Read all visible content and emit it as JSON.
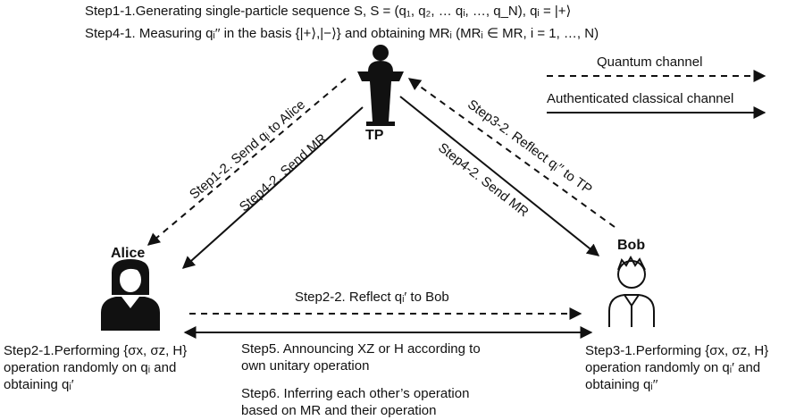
{
  "top": {
    "step1_1": "Step1-1.Generating single-particle sequence S, S = (q₁, q₂, … qᵢ, …, q_N), qᵢ = |+⟩",
    "step4_1": "Step4-1. Measuring qᵢ′′ in the basis {|+⟩,|−⟩} and obtaining MRᵢ (MRᵢ ∈ MR, i = 1, …, N)"
  },
  "legend": {
    "quantum": "Quantum channel",
    "classical": "Authenticated classical channel"
  },
  "nodes": {
    "tp": "TP",
    "alice": "Alice",
    "bob": "Bob"
  },
  "edges": {
    "step1_2": "Step1-2. Send qᵢ to Alice",
    "step4_2_alice": "Step4-2. Send MR",
    "step3_2": "Step3-2. Reflect qᵢ′′ to TP",
    "step4_2_bob": "Step4-2. Send MR",
    "step2_2": "Step2-2. Reflect qᵢ′ to Bob"
  },
  "alice_op": {
    "line1": "Step2-1.Performing {σx, σz, H}",
    "line2": "operation randomly  on qᵢ and",
    "line3": "obtaining qᵢ′"
  },
  "bob_op": {
    "line1": "Step3-1.Performing {σx, σz, H}",
    "line2": "operation randomly on qᵢ′ and",
    "line3": "obtaining qᵢ′′"
  },
  "center": {
    "step5_l1": "Step5. Announcing XZ or H according to",
    "step5_l2": "own unitary operation",
    "step6_l1": "Step6. Inferring each other’s operation",
    "step6_l2": "based on MR and their operation"
  }
}
